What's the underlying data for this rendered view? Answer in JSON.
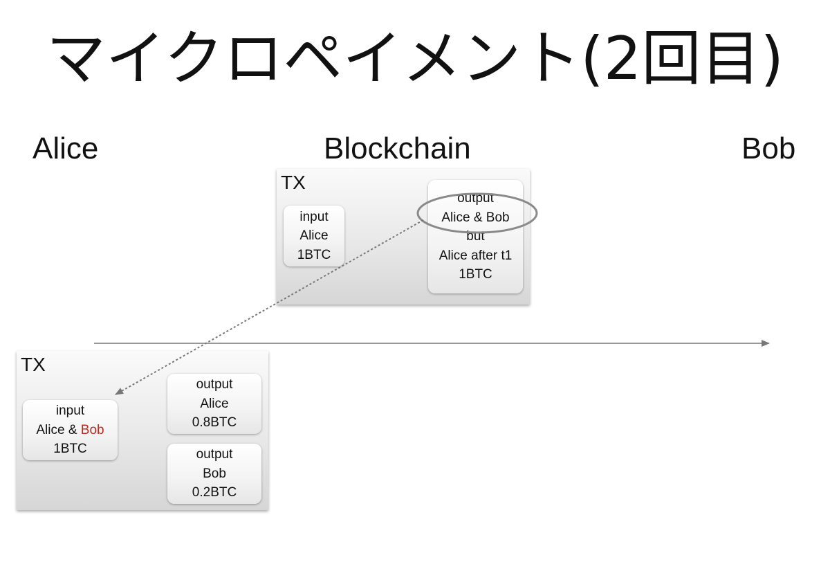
{
  "title": "マイクロペイメント(2回目)",
  "lanes": {
    "alice": "Alice",
    "blockchain": "Blockchain",
    "bob": "Bob"
  },
  "blockchain_tx": {
    "label": "TX",
    "input": {
      "kind": "input",
      "owner": "Alice",
      "amount": "1BTC"
    },
    "output": {
      "kind": "output",
      "owner": "Alice & Bob",
      "condition": "but",
      "alt": "Alice after t1",
      "amount": "1BTC"
    }
  },
  "alice_tx": {
    "label": "TX",
    "input": {
      "kind": "input",
      "owner_a": "Alice & ",
      "owner_b": "Bob",
      "amount": "1BTC"
    },
    "outputs": [
      {
        "kind": "output",
        "owner": "Alice",
        "amount": "0.8BTC"
      },
      {
        "kind": "output",
        "owner": "Bob",
        "amount": "0.2BTC"
      }
    ]
  },
  "colors": {
    "highlight": "#c0281e",
    "arrow": "#777777",
    "ellipse": "#8a8a8a"
  }
}
